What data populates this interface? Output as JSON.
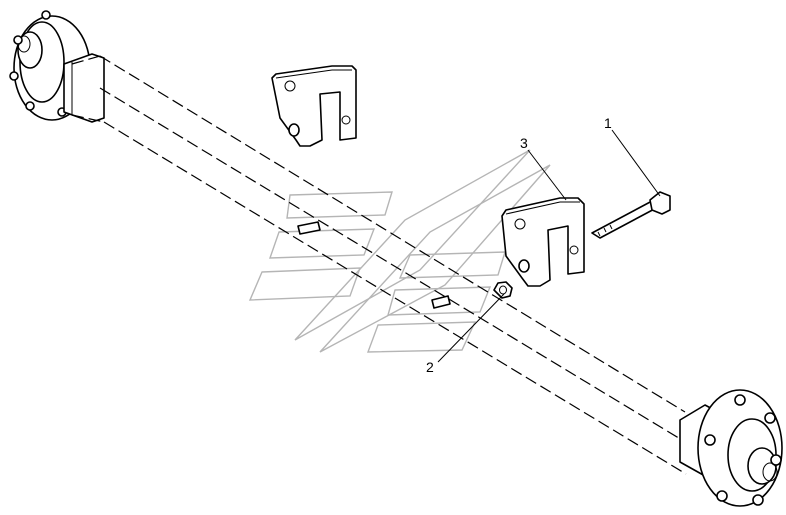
{
  "diagram": {
    "callouts": [
      {
        "id": "1",
        "label": "1",
        "part": "bolt"
      },
      {
        "id": "2",
        "label": "2",
        "part": "nut"
      },
      {
        "id": "3",
        "label": "3",
        "part": "mounting-bracket"
      }
    ]
  }
}
